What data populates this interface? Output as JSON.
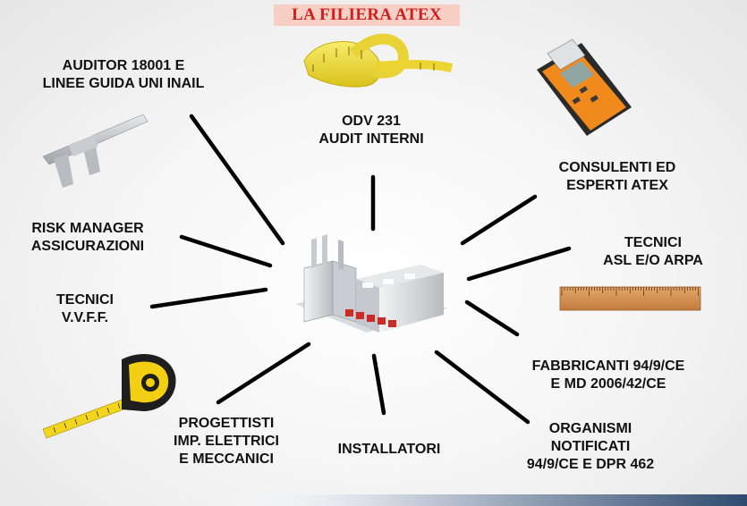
{
  "title": "LA FILIERA ATEX",
  "nodes": {
    "auditor": {
      "line1": "AUDITOR 18001 E",
      "line2": "LINEE GUIDA UNI INAIL"
    },
    "odv": {
      "line1": "ODV 231",
      "line2": "AUDIT INTERNI"
    },
    "consulenti": {
      "line1": "CONSULENTI ED",
      "line2": "ESPERTI ATEX"
    },
    "risk": {
      "line1": "RISK MANAGER",
      "line2": "ASSICURAZIONI"
    },
    "tecnici_asl": {
      "line1": "TECNICI",
      "line2": "ASL E/O ARPA"
    },
    "tecnici_vvff": {
      "line1": "TECNICI",
      "line2": "V.V.F.F."
    },
    "fabbricanti": {
      "line1": "FABBRICANTI 94/9/CE",
      "line2": "E MD 2006/42/CE"
    },
    "progettisti": {
      "line1": "PROGETTISTI",
      "line2": "IMP. ELETTRICI",
      "line3": "E MECCANICI"
    },
    "installatori": {
      "line1": "INSTALLATORI"
    },
    "organismi": {
      "line1": "ORGANISMI",
      "line2": "NOTIFICATI",
      "line3": "94/9/CE E DPR 462"
    }
  },
  "icons": [
    "factory-icon",
    "measuring-tape-icon",
    "caliper-icon",
    "gas-detector-icon",
    "ruler-icon",
    "tape-measure-icon"
  ],
  "colors": {
    "title_text": "#d1201c",
    "title_bg": "#f8cfc4",
    "gauge_orange": "#f08a1c",
    "tape_yellow": "#f2d51c"
  }
}
